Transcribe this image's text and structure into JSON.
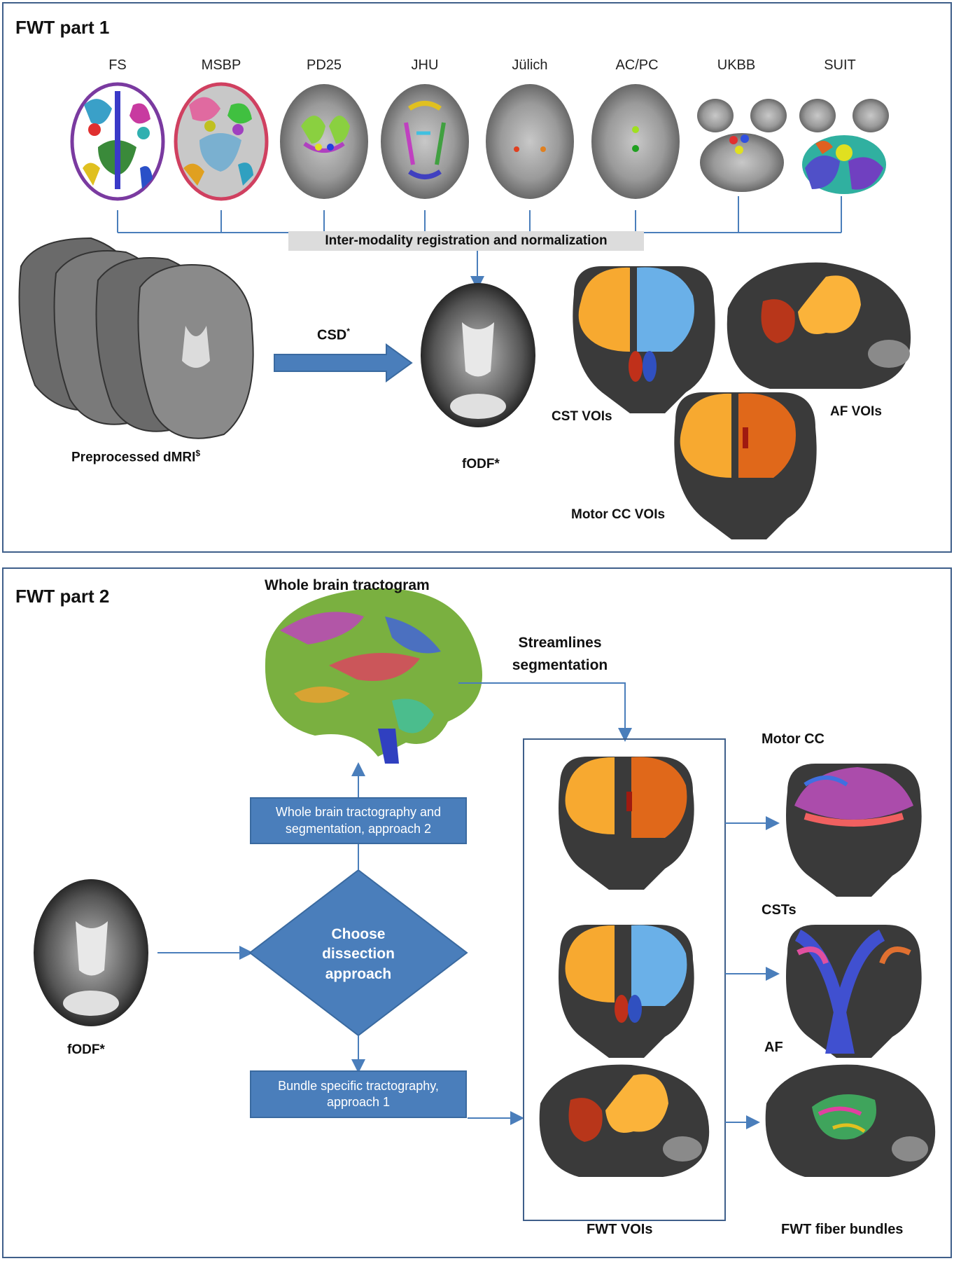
{
  "part1": {
    "title": "FWT part 1",
    "atlases": [
      {
        "label": "FS"
      },
      {
        "label": "MSBP"
      },
      {
        "label": "PD25"
      },
      {
        "label": "JHU"
      },
      {
        "label": "Jülich"
      },
      {
        "label": "AC/PC"
      },
      {
        "label": "UKBB"
      },
      {
        "label": "SUIT"
      }
    ],
    "registration_label": "Inter-modality registration and normalization",
    "csd_label": "CSD",
    "csd_superscript": "*",
    "preprocessed_label": "Preprocessed dMRI",
    "preprocessed_superscript": "$",
    "fodf_label": "fODF*",
    "cst_vois_label": "CST VOIs",
    "af_vois_label": "AF VOIs",
    "motor_cc_vois_label": "Motor CC VOIs"
  },
  "part2": {
    "title": "FWT part 2",
    "whole_brain_tractogram_label": "Whole brain tractogram",
    "streamlines_segmentation_label": "Streamlines segmentation",
    "approach2_box": "Whole brain tractography and segmentation, approach 2",
    "decision_label": "Choose dissection approach",
    "approach1_box": "Bundle specific tractography, approach 1",
    "fodf_label": "fODF*",
    "fwt_vois_label": "FWT VOIs",
    "fiber_bundles_label": "FWT fiber bundles",
    "motor_cc_label": "Motor CC",
    "csts_label": "CSTs",
    "af_label": "AF"
  },
  "colors": {
    "panel_border": "#3f5f8a",
    "arrow_blue": "#4a7ebb",
    "box_fill": "#4a7ebb",
    "voi_orange": "#f5a623",
    "voi_blue": "#5aa8e0",
    "voi_red": "#b83a1a",
    "voi_dark_orange": "#e06a1a"
  }
}
